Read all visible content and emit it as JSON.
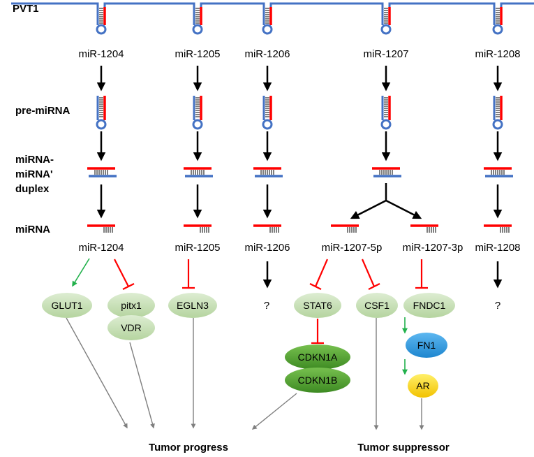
{
  "title": "PVT1",
  "row_labels": {
    "pre_mirna": "pre-miRNA",
    "duplex_1": "miRNA-",
    "duplex_2": "miRNA'",
    "duplex_3": "duplex",
    "mirna": "miRNA"
  },
  "loci": [
    "miR-1204",
    "miR-1205",
    "miR-1206",
    "miR-1207",
    "miR-1208"
  ],
  "mature": [
    "miR-1204",
    "miR-1205",
    "miR-1206",
    "miR-1207-5p",
    "miR-1207-3p",
    "miR-1208"
  ],
  "targets": {
    "glut1": "GLUT1",
    "pitx1": "pitx1",
    "vdr": "VDR",
    "egln3": "EGLN3",
    "unknown": "?",
    "stat6": "STAT6",
    "cdkn1a": "CDKN1A",
    "cdkn1b": "CDKN1B",
    "csf1": "CSF1",
    "fndc1": "FNDC1",
    "fn1": "FN1",
    "ar": "AR"
  },
  "outcomes": {
    "progress": "Tumor progress",
    "suppressor": "Tumor suppressor"
  },
  "colors": {
    "strand_blue": "#4472C4",
    "strand_red": "#FF0000",
    "node_light_green": "#C5DFB4",
    "node_dark_green": "#4E9A2E",
    "node_blue": "#2E9BE0",
    "node_yellow": "#FFD700",
    "activate_green": "#22B14C",
    "inhibit_red": "#FF0000",
    "outcome_arrow": "#7F7F7F"
  }
}
